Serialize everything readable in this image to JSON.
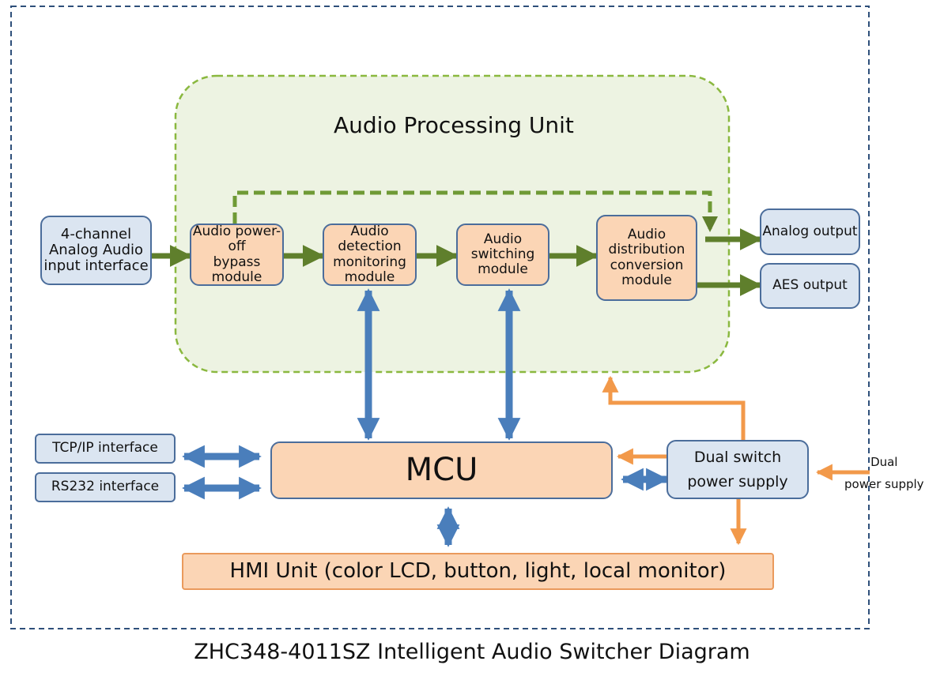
{
  "title": "ZHC348-4011SZ Intelligent Audio Switcher Diagram",
  "processing_unit": {
    "label": "Audio Processing Unit"
  },
  "nodes": {
    "input": "4-channel\nAnalog Audio\ninput interface",
    "bypass": "Audio power-off\nbypass module",
    "detection": "Audio detection\nmonitoring\nmodule",
    "switching": "Audio switching\nmodule",
    "distribution": "Audio distribution\nconversion module",
    "analog_out": "Analog output",
    "aes_out": "AES output",
    "tcpip": "TCP/IP interface",
    "rs232": "RS232 interface",
    "mcu": "MCU",
    "power": "Dual switch\npower supply",
    "hmi": "HMI Unit (color LCD, button, light, local monitor)"
  },
  "external_power_label": "Dual\npower supply",
  "colors": {
    "signal_arrow": "#5f7f2c",
    "bus_arrow": "#4a7ebb",
    "power_arrow": "#f2994a",
    "processing_border": "#8ab83f",
    "processing_fill": "#edf3e2",
    "frame_border": "#2e4f7a"
  }
}
